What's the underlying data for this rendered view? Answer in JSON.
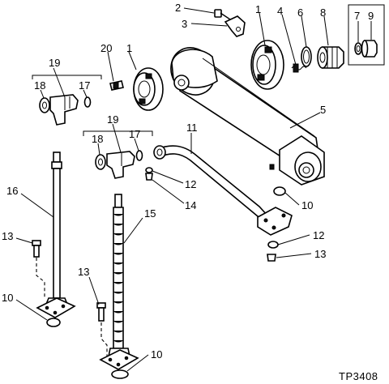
{
  "diagram": {
    "reference_code": "TP3408",
    "labels": {
      "n1a": "1",
      "n1b": "1",
      "n2": "2",
      "n3": "3",
      "n4": "4",
      "n5": "5",
      "n6": "6",
      "n7": "7",
      "n8": "8",
      "n9": "9",
      "n10a": "10",
      "n10b": "10",
      "n10c": "10",
      "n11": "11",
      "n12a": "12",
      "n12b": "12",
      "n13a": "13",
      "n13b": "13",
      "n13c": "13",
      "n14": "14",
      "n15": "15",
      "n16": "16",
      "n17a": "17",
      "n17b": "17",
      "n18a": "18",
      "n18b": "18",
      "n19a": "19",
      "n19b": "19",
      "n20": "20"
    }
  }
}
